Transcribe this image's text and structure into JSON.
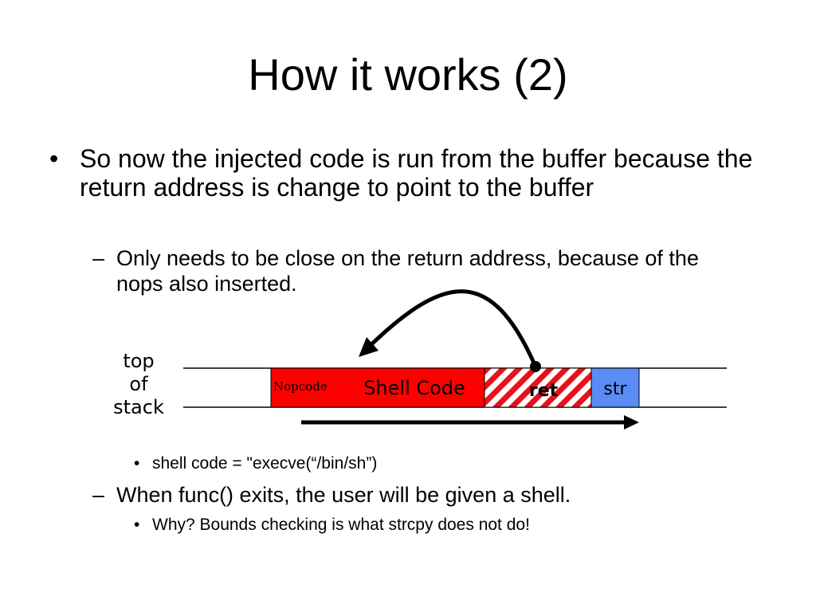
{
  "slide": {
    "title": "How it works (2)",
    "bullets": {
      "l1_marker": "•",
      "l1_text": "So now the injected code is run from the buffer because the return address is change to point to the buffer",
      "l2a_marker": "–",
      "l2a_text": "Only needs to be close on the return address, because of the nops also inserted.",
      "l3a_marker": "•",
      "l3a_text": "shell code = \"execve(“/bin/sh”)",
      "l2b_marker": "–",
      "l2b_text": "When func() exits, the user will be given a shell.",
      "l3b_marker": "•",
      "l3b_text": "Why?  Bounds checking is what strcpy does not do!"
    }
  },
  "diagram": {
    "stack_label": [
      "top",
      "of",
      "stack"
    ],
    "nopcode_label": "Nopcode",
    "shellcode_label": "Shell Code",
    "ret_label": "ret",
    "str_label": "str",
    "colors": {
      "shellcode_fill": "#ff0000",
      "ret_stripe": "#e8101a",
      "str_fill": "#5b8cf5",
      "line": "#000000"
    }
  }
}
